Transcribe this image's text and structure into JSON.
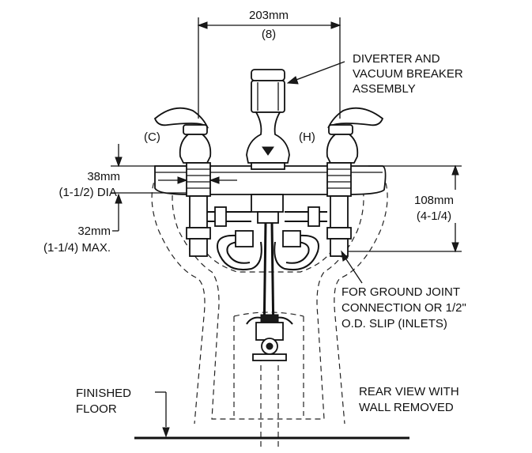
{
  "labels": {
    "top_dim_mm": "203mm",
    "top_dim_in": "(8)",
    "diverter_1": "DIVERTER AND",
    "diverter_2": "VACUUM BREAKER",
    "diverter_3": "ASSEMBLY",
    "cold": "(C)",
    "hot": "(H)",
    "dia_mm": "38mm",
    "dia_in": "(1-1/2) DIA.",
    "height_mm": "108mm",
    "height_in": "(4-1/4)",
    "max_mm": "32mm",
    "max_in": "(1-1/4) MAX.",
    "inlet_1": "FOR GROUND JOINT",
    "inlet_2": "CONNECTION OR 1/2\"",
    "inlet_3": "O.D. SLIP (INLETS)",
    "floor_1": "FINISHED",
    "floor_2": "FLOOR",
    "view_1": "REAR VIEW WITH",
    "view_2": "WALL REMOVED"
  }
}
